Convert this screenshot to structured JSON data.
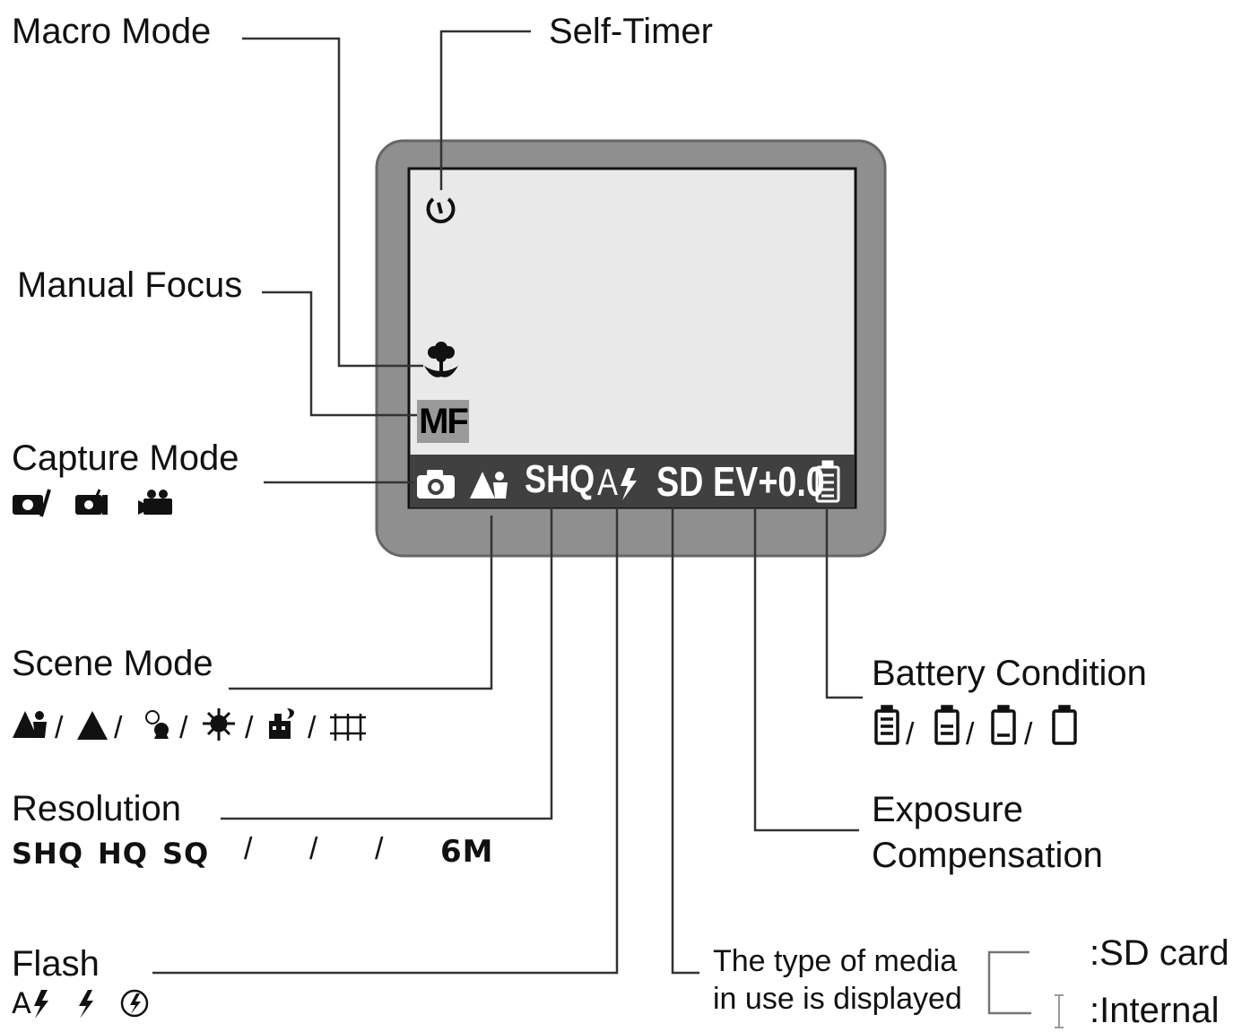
{
  "labels": {
    "macro_mode": "Macro Mode",
    "self_timer": "Self-Timer",
    "manual_focus": "Manual Focus",
    "capture_mode": "Capture Mode",
    "scene_mode": "Scene Mode",
    "resolution": "Resolution",
    "flash": "Flash",
    "battery_condition": "Battery Condition",
    "exposure_line1": "Exposure",
    "exposure_line2": "Compensation",
    "media_line1": "The type of media",
    "media_line2": "in use is displayed",
    "media_sd": ":SD card",
    "media_internal": ":Internal"
  },
  "lcd": {
    "mf": "MF",
    "shq": "SHQ",
    "flash": "A",
    "media": "SD",
    "ev": "EV+0.0"
  },
  "resolution_options": {
    "shq": "SHQ",
    "hq": "HQ",
    "sq": "SQ",
    "slash": "/",
    "last": "6M"
  },
  "flash_options": {
    "auto": "A"
  },
  "icons": {
    "self_timer": "timer-icon",
    "macro": "flower-icon",
    "camera": "camera-icon",
    "scene": "portrait-scene-icon",
    "flash": "flash-icon",
    "battery": "battery-icon"
  },
  "colors": {
    "bezel": "#8f8f8f",
    "screen": "#e9e9e9",
    "status_bar": "#404040",
    "leader_line": "#333333"
  }
}
